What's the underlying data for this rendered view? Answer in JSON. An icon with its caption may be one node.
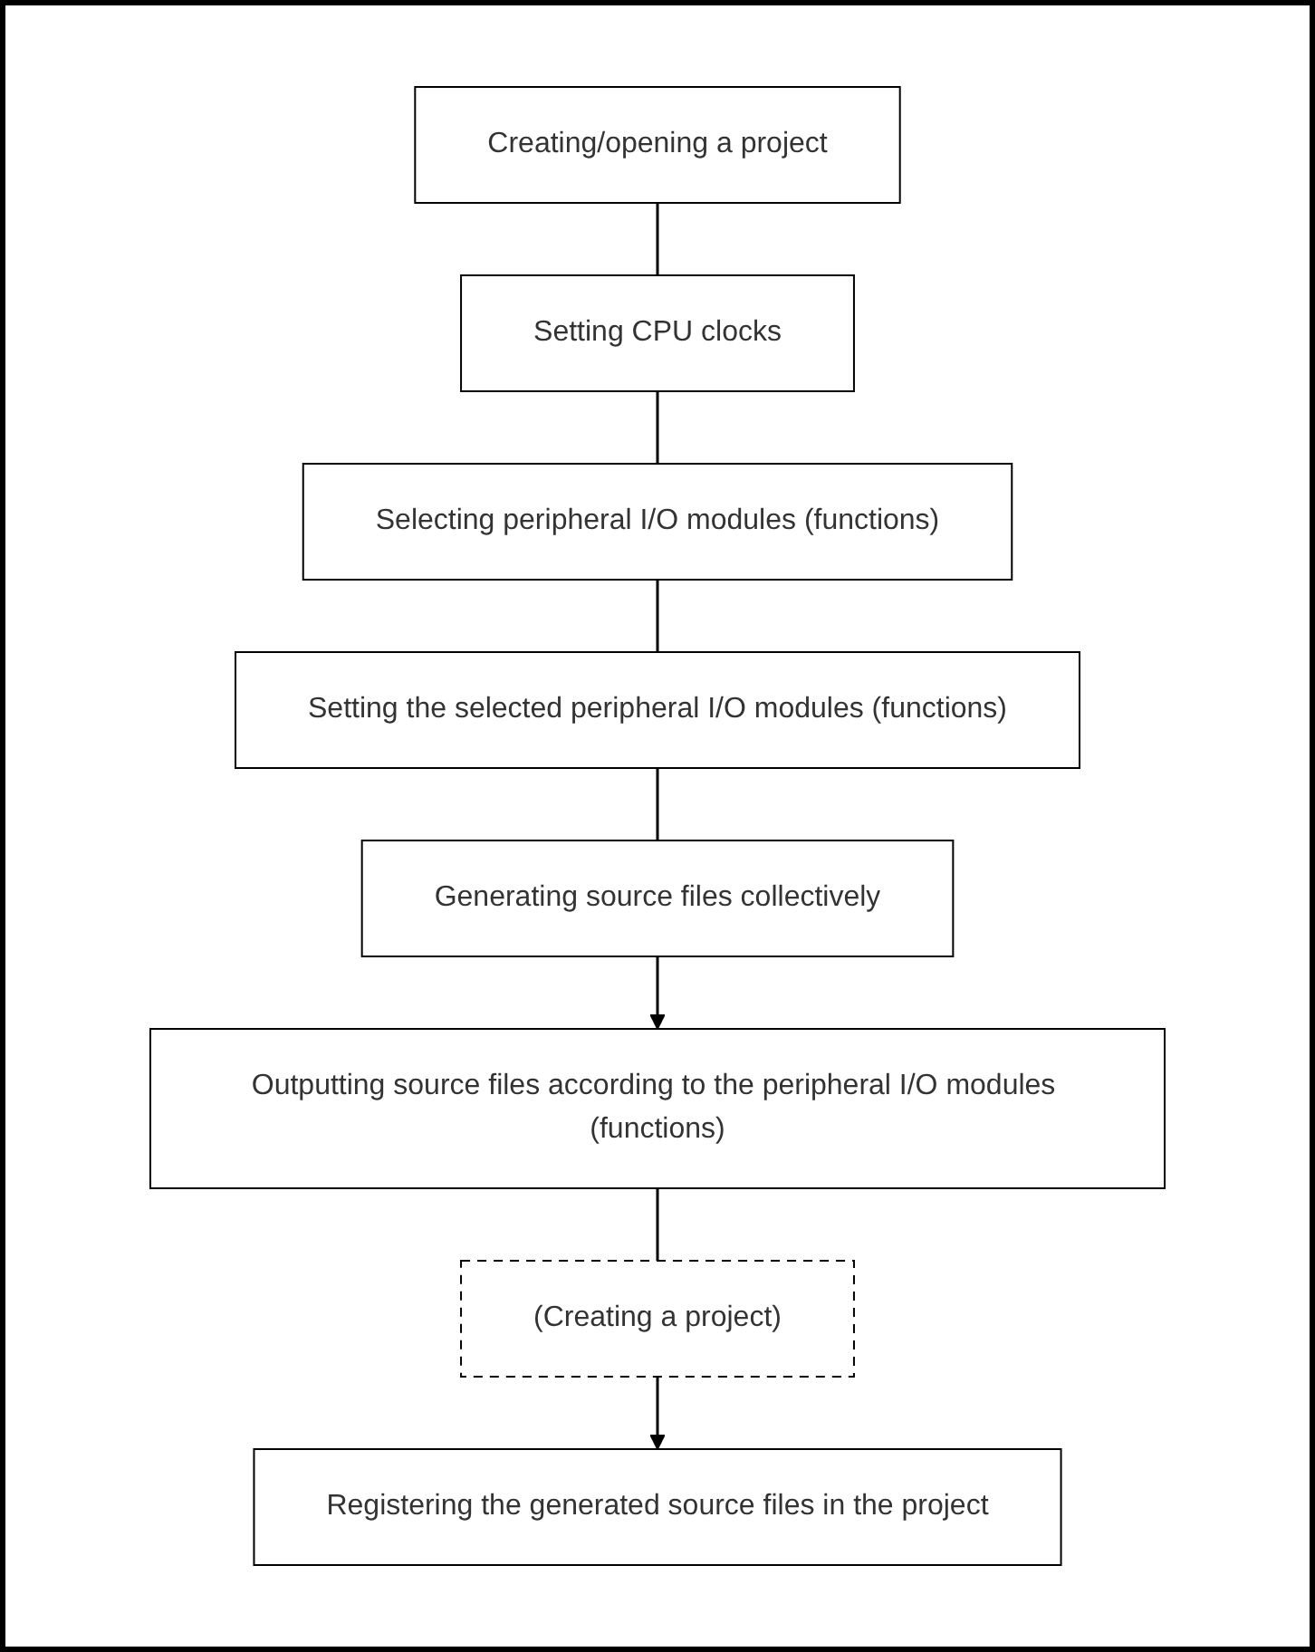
{
  "diagram": {
    "nodes": [
      {
        "text": [
          "Creating/opening a project"
        ]
      },
      {
        "text": [
          "Setting CPU clocks"
        ]
      },
      {
        "text": [
          "Selecting peripheral I/O modules (functions)"
        ]
      },
      {
        "text": [
          "Setting the selected peripheral I/O modules (functions)"
        ]
      },
      {
        "text": [
          "Generating source files collectively"
        ]
      },
      {
        "text": [
          "Outputting source files according to the peripheral I/O modules (functions)"
        ]
      },
      {
        "text": [
          "(Creating a project)"
        ]
      },
      {
        "text": [
          "Registering the generated source files in the project"
        ]
      }
    ],
    "edges": [
      {
        "from": 0,
        "to": 1,
        "arrow": "none"
      },
      {
        "from": 1,
        "to": 2,
        "arrow": "none"
      },
      {
        "from": 2,
        "to": 3,
        "arrow": "none"
      },
      {
        "from": 3,
        "to": 4,
        "arrow": "none"
      },
      {
        "from": 4,
        "to": 5,
        "arrow": "to"
      },
      {
        "from": 5,
        "to": 6,
        "arrow": "none"
      },
      {
        "from": 6,
        "to": 7,
        "arrow": "to"
      }
    ]
  }
}
